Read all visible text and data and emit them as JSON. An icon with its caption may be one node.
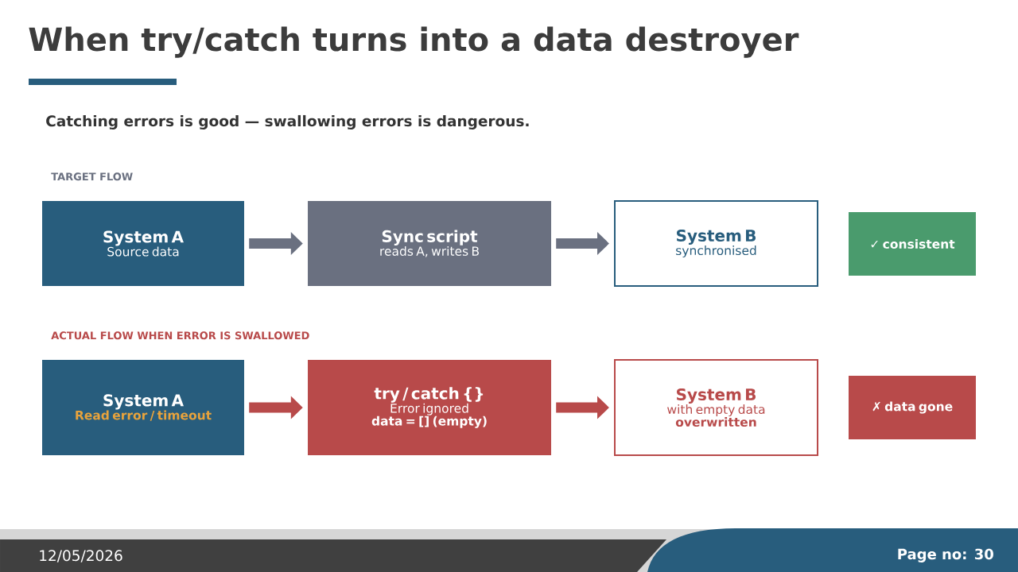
{
  "diagram": {
    "title": "When try/catch turns into a data destroyer",
    "nodes": [
      {
        "text": [
          "System A",
          "Source data"
        ]
      },
      {
        "text": [
          "Sync script",
          "reads A, writes B"
        ]
      },
      {
        "text": [
          "System B",
          "synchronised"
        ]
      },
      {
        "text": [
          "✓ consistent"
        ]
      },
      {
        "text": [
          "System A",
          "Read error / timeout"
        ]
      },
      {
        "text": [
          "try / catch {}",
          "Error ignored",
          "data = [] (empty)"
        ]
      },
      {
        "text": [
          "System B",
          "with empty data",
          "overwritten"
        ]
      },
      {
        "text": [
          "✗ data gone"
        ]
      }
    ],
    "edges": [
      {
        "from": 0,
        "to": 1,
        "arrow": "to"
      },
      {
        "from": 1,
        "to": 2,
        "arrow": "to"
      },
      {
        "from": 4,
        "to": 5,
        "arrow": "to",
        "color": "#b84a4a"
      },
      {
        "from": 5,
        "to": 6,
        "arrow": "to",
        "color": "#b84a4a"
      }
    ],
    "labels": [
      "Catching errors is good — swallowing errors is dangerous.",
      "TARGET FLOW",
      "ACTUAL FLOW WHEN ERROR IS SWALLOWED",
      "12/05/2026",
      "Page no: 30"
    ]
  }
}
